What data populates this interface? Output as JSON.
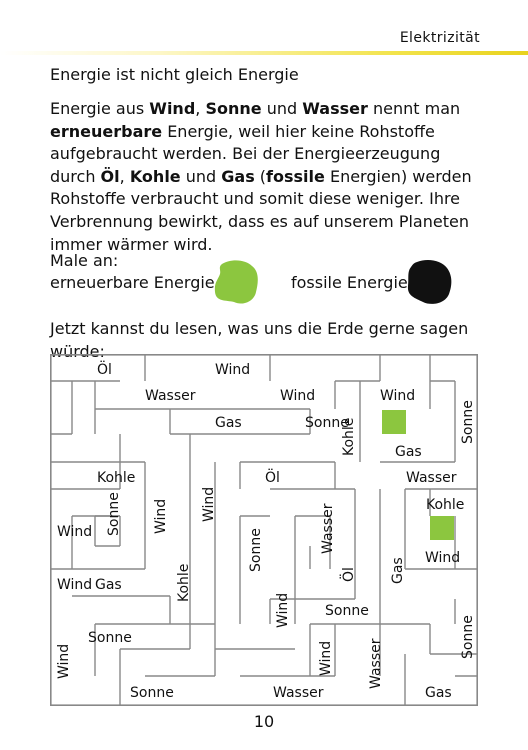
{
  "header": {
    "title": "Elektrizität"
  },
  "heading": "Energie ist nicht gleich Energie",
  "paragraph": [
    {
      "t": "Energie aus ",
      "b": false
    },
    {
      "t": "Wind",
      "b": true
    },
    {
      "t": ", ",
      "b": false
    },
    {
      "t": "Sonne",
      "b": true
    },
    {
      "t": " und ",
      "b": false
    },
    {
      "t": "Wasser",
      "b": true
    },
    {
      "t": " nennt man ",
      "b": false
    },
    {
      "t": "erneuerbare",
      "b": true
    },
    {
      "t": " Energie, weil hier keine Rohstoffe aufgebraucht werden. Bei der Energieerzeugung durch ",
      "b": false
    },
    {
      "t": "Öl",
      "b": true
    },
    {
      "t": ", ",
      "b": false
    },
    {
      "t": "Kohle",
      "b": true
    },
    {
      "t": " und ",
      "b": false
    },
    {
      "t": "Gas",
      "b": true
    },
    {
      "t": " (",
      "b": false
    },
    {
      "t": "fossile",
      "b": true
    },
    {
      "t": " Energien) werden Rohstoffe verbraucht und somit diese weniger. Ihre Verbrennung bewirkt, dass es auf unserem Planeten immer wärmer wird.",
      "b": false
    }
  ],
  "instruction": "Male an:",
  "renewable_label": "erneuerbare Energie =",
  "fossil_label": "fossile Energie =",
  "colors": {
    "renewable": "#8cc63f",
    "fossil": "#111111"
  },
  "read_prompt": "Jetzt kannst du lesen, was uns die Erde gerne sagen würde:",
  "maze_words": [
    "Öl",
    "Wind",
    "Wasser",
    "Wind",
    "Wind",
    "Gas",
    "Sonne",
    "Kohle",
    "Gas",
    "Sonne",
    "Kohle",
    "Öl",
    "Wasser",
    "Kohle",
    "Wind",
    "Sonne",
    "Wind",
    "Wind",
    "Sonne",
    "Wasser",
    "Wind",
    "Kohle",
    "Öl",
    "Gas",
    "Gas",
    "Sonne",
    "Sonne",
    "Wind",
    "Sonne",
    "Wind",
    "Wind",
    "Wasser",
    "Sonne",
    "Wasser",
    "Gas",
    "Wind"
  ],
  "page_number": "10"
}
